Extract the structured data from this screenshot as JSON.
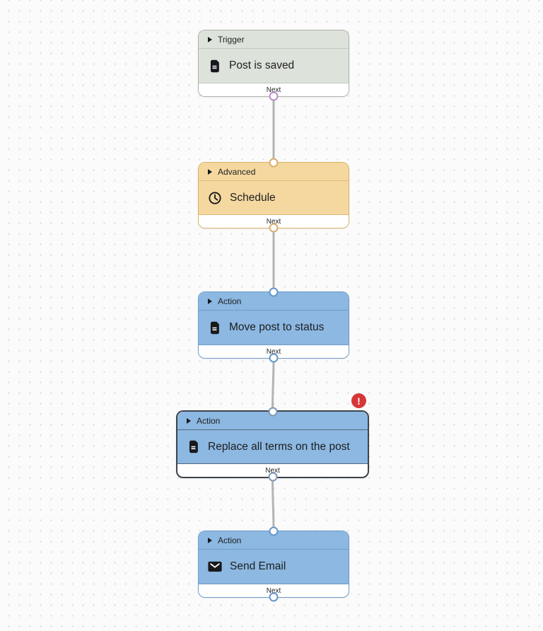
{
  "canvas": {
    "background_color": "#fbfbfb",
    "dot_color": "#d8d8d8",
    "connector_color": "#b4b4b4"
  },
  "nodes": [
    {
      "category_label": "Trigger",
      "title": "Post is saved",
      "next_label": "Next",
      "icon": "document-icon",
      "header_color": "#dde3db",
      "port_color": "#bb8fc4",
      "selected": false,
      "has_error": false
    },
    {
      "category_label": "Advanced",
      "title": "Schedule",
      "next_label": "Next",
      "icon": "clock-icon",
      "header_color": "#f5d8a0",
      "port_color": "#d8ae6c",
      "selected": false,
      "has_error": false
    },
    {
      "category_label": "Action",
      "title": "Move post to status",
      "next_label": "Next",
      "icon": "document-icon",
      "header_color": "#8cb8e2",
      "port_color": "#6496cb",
      "selected": false,
      "has_error": false
    },
    {
      "category_label": "Action",
      "title": "Replace all terms on the post",
      "next_label": "Next",
      "icon": "document-icon",
      "header_color": "#8cb8e2",
      "port_color": "#7e99b5",
      "selected": true,
      "has_error": true
    },
    {
      "category_label": "Action",
      "title": "Send Email",
      "next_label": "Next",
      "icon": "mail-icon",
      "header_color": "#8cb8e2",
      "port_color": "#6496cb",
      "selected": false,
      "has_error": false
    }
  ],
  "error_badge": {
    "glyph": "!",
    "color": "#d63638"
  }
}
